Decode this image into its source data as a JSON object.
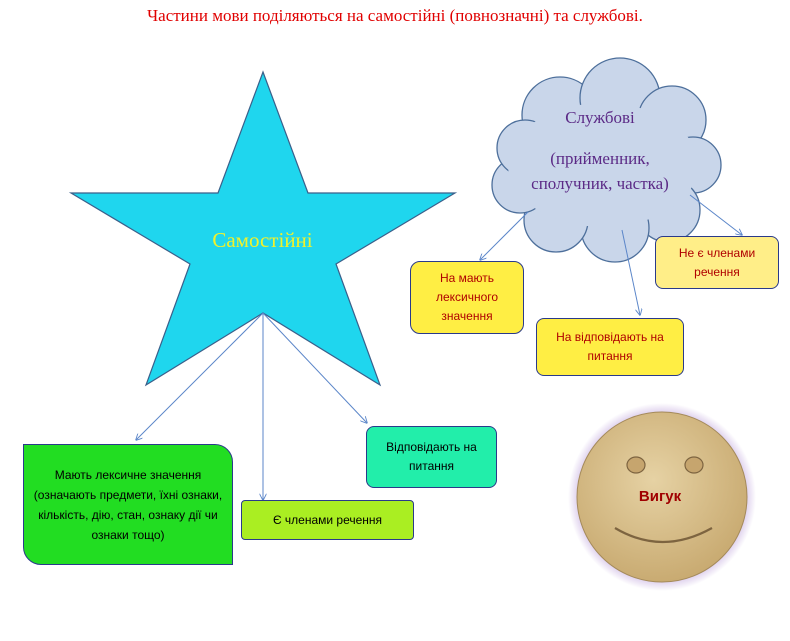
{
  "title": "Частини мови поділяються на самостійні  (повнозначні) та службові.",
  "star": {
    "label": "Самостійні"
  },
  "cloud": {
    "title": "Службові",
    "body": "(прийменник, сполучник, частка)"
  },
  "boxes": {
    "lexical_meaning": "Мають лексичне значення (означають предмети, їхні ознаки, кількість, дію, стан, ознаку дії чи ознаки тощо)",
    "members": "Є членами речення",
    "answers": "Відповідають на питання",
    "no_lexical": "На мають лексичного значення",
    "no_answers": "На відповідають на питання",
    "not_members": "Не є членами речення"
  },
  "smiley": {
    "label": "Вигук"
  },
  "colors": {
    "title": "#e00000",
    "star_fill": "#1fd6ee",
    "star_label": "#f2f22a",
    "cloud_fill": "#c9d6ea",
    "cloud_text": "#5b2a86",
    "green_box": "#22dd22",
    "lime_box": "#aaee22",
    "teal_box": "#22eeaa",
    "yellow_box": "#ffee44",
    "pale_yellow_box": "#ffee88",
    "smiley_fill": "#d9c08c",
    "smiley_glow": "#b89ad8",
    "connector": "#5b86c9"
  }
}
